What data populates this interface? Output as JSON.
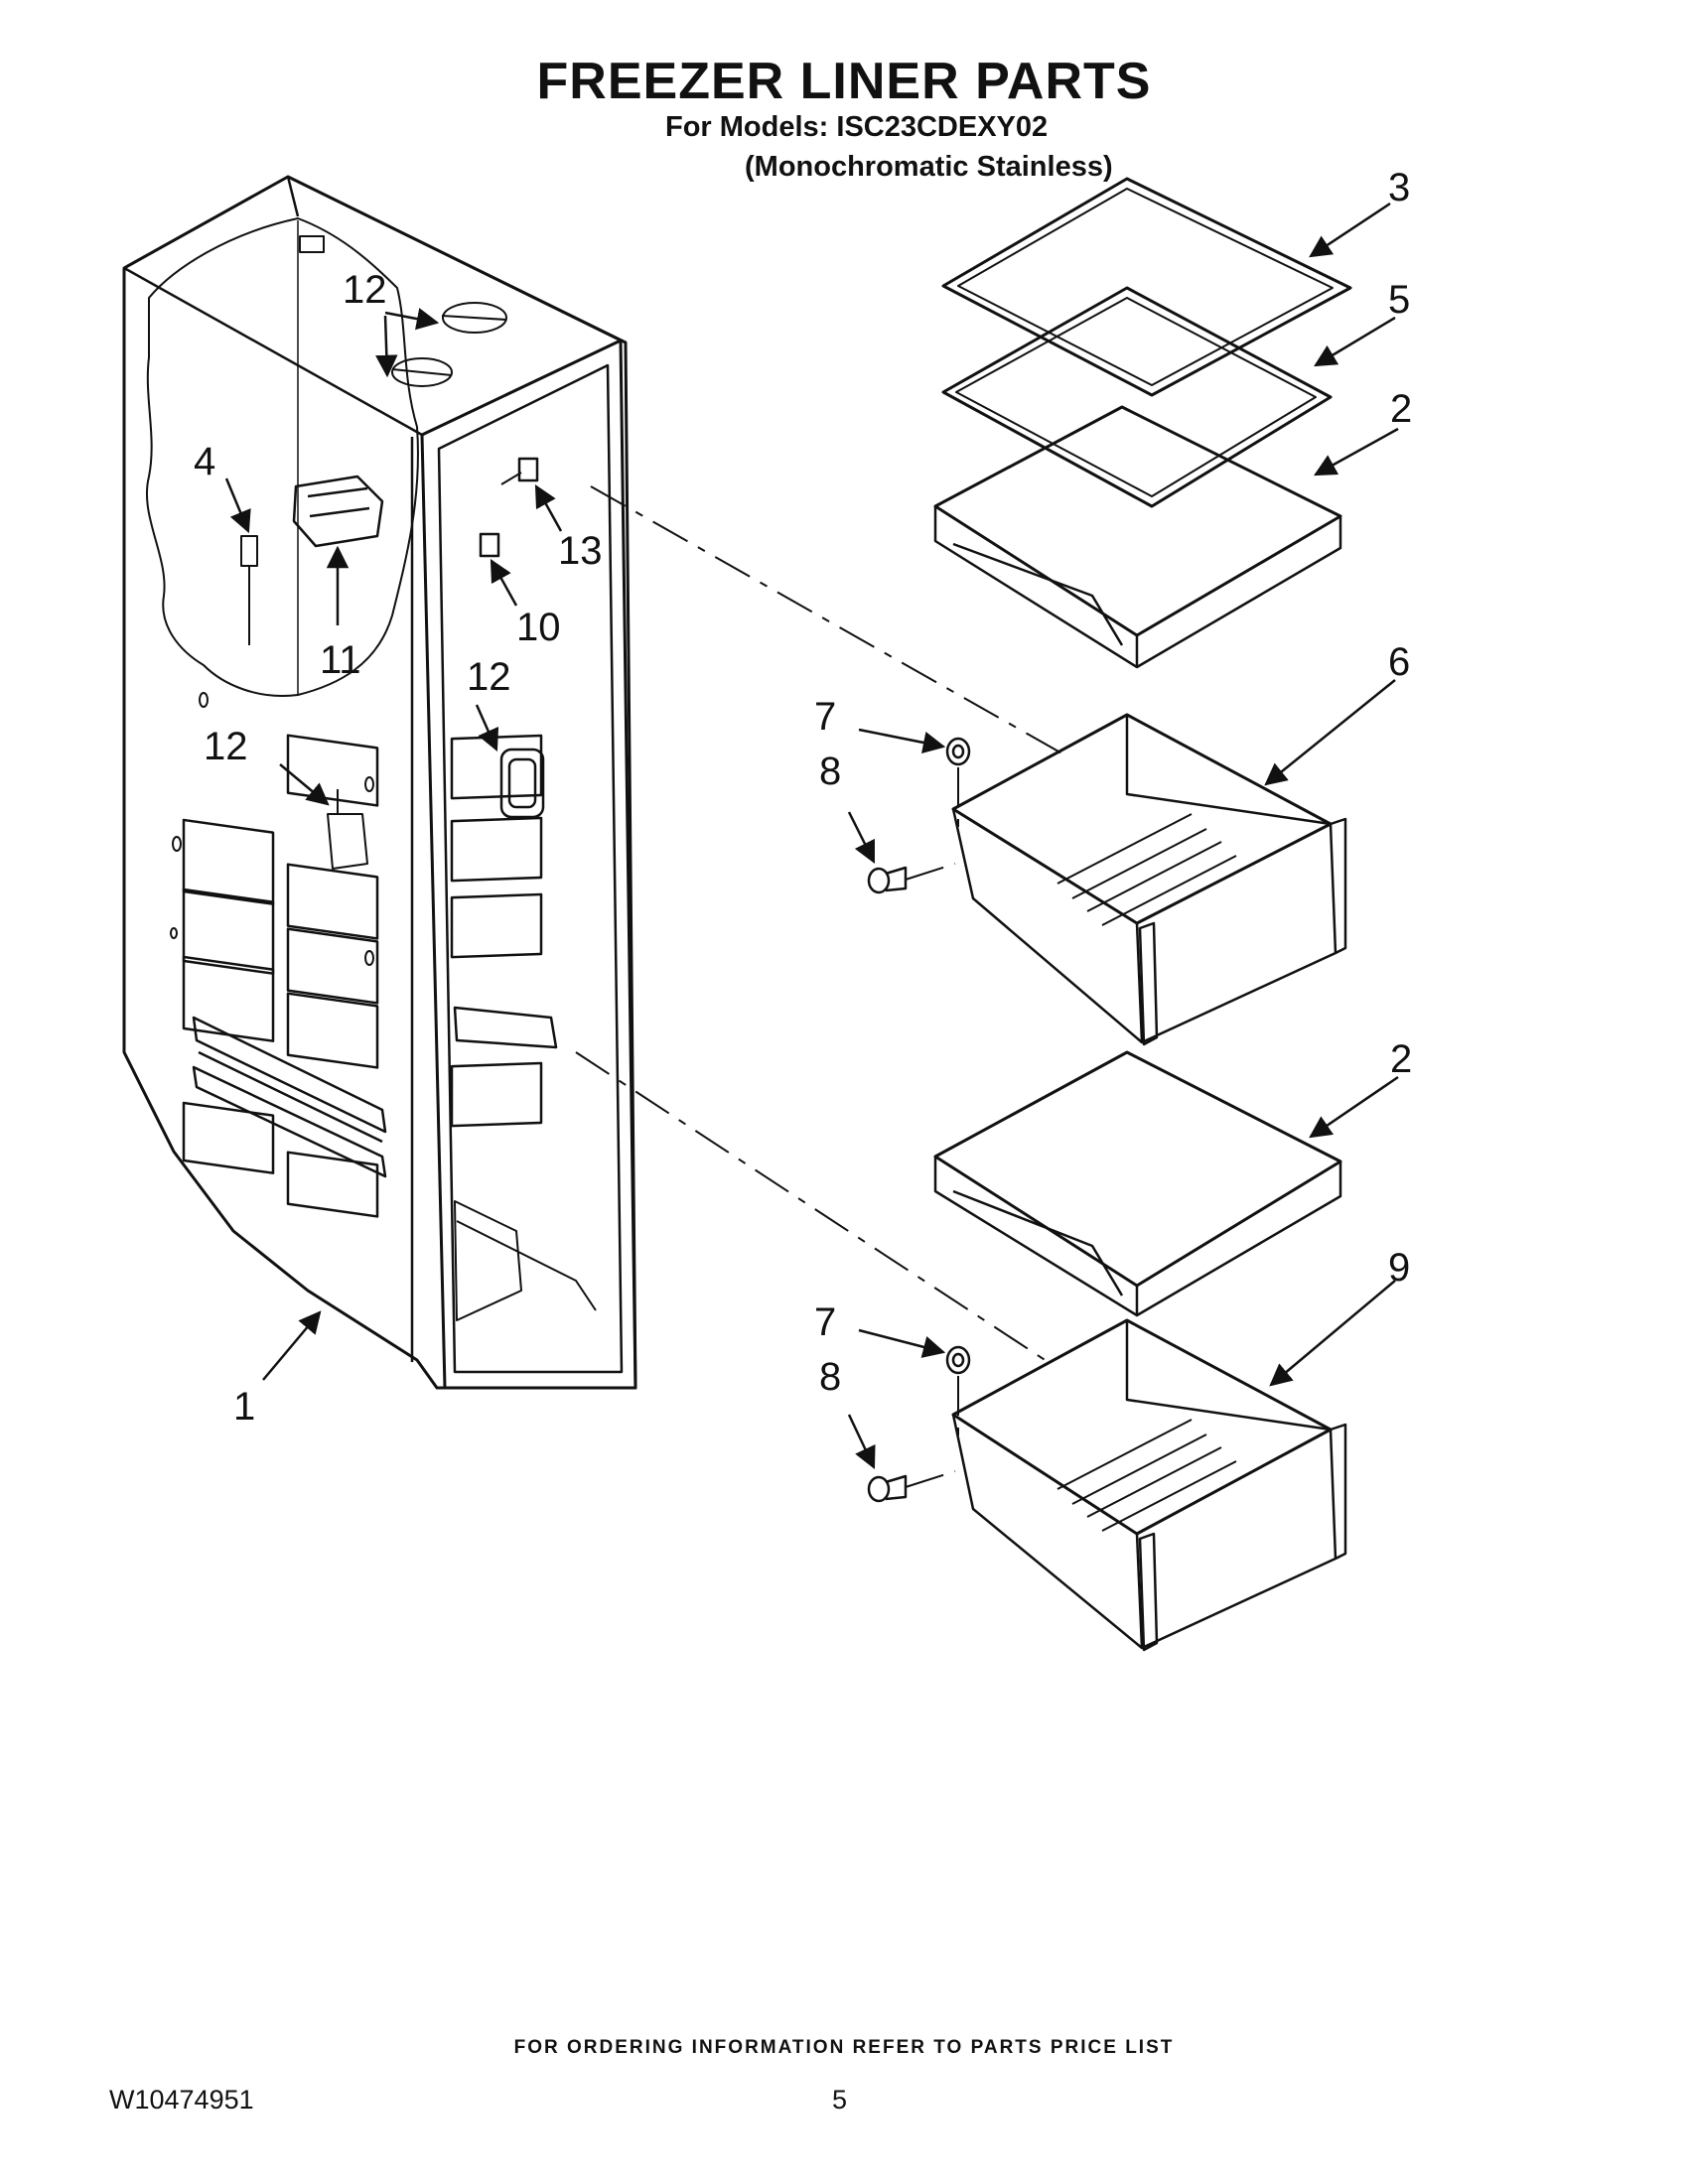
{
  "header": {
    "title": "FREEZER LINER PARTS",
    "models_line": "For Models: ISC23CDEXY02",
    "variant_line": "(Monochromatic Stainless)"
  },
  "callouts": {
    "c1": "1",
    "c2a": "2",
    "c2b": "2",
    "c3": "3",
    "c4": "4",
    "c5": "5",
    "c6": "6",
    "c7a": "7",
    "c7b": "7",
    "c8a": "8",
    "c8b": "8",
    "c9": "9",
    "c10": "10",
    "c11": "11",
    "c12a": "12",
    "c12b": "12",
    "c12c": "12",
    "c13": "13"
  },
  "footer": {
    "ordering_note": "FOR ORDERING INFORMATION REFER TO PARTS PRICE LIST",
    "document_id": "W10474951",
    "page_number": "5"
  }
}
